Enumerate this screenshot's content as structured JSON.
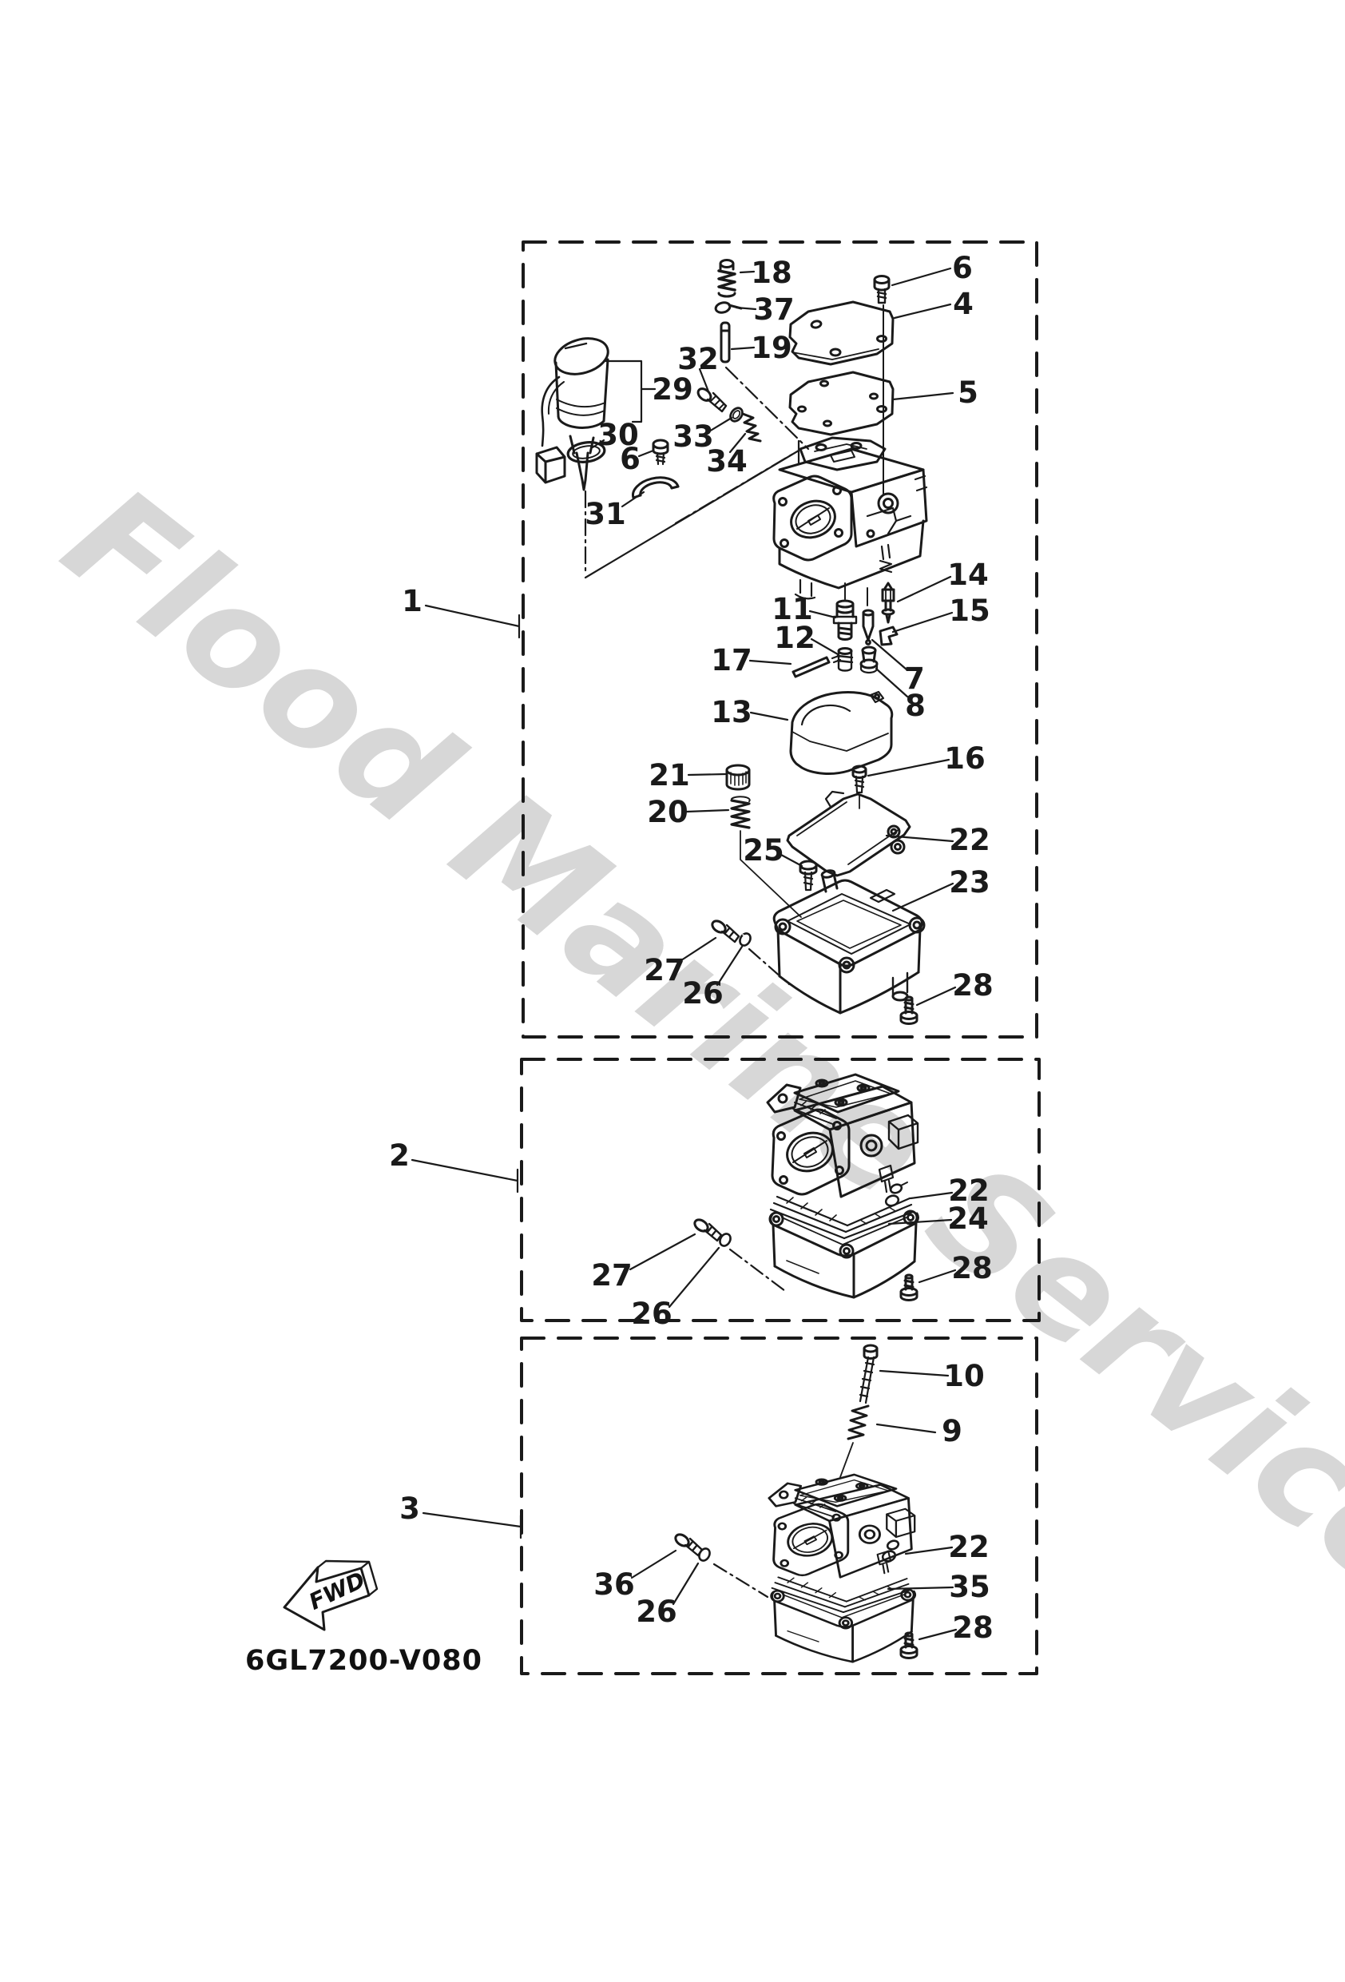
{
  "watermark": {
    "text": "Flood Marine Services",
    "color": "#d7d7d7"
  },
  "footer": {
    "drawing_code": "6GL7200-V080",
    "fwd_label": "FWD"
  },
  "ink": "#1a1a1a",
  "callouts": {
    "box1": [
      "1",
      "18",
      "37",
      "19",
      "6",
      "4",
      "5",
      "29",
      "30",
      "6",
      "31",
      "32",
      "33",
      "34",
      "11",
      "12",
      "17",
      "13",
      "14",
      "15",
      "7",
      "8",
      "16",
      "21",
      "20",
      "25",
      "22",
      "23",
      "27",
      "26",
      "28"
    ],
    "box2": [
      "2",
      "27",
      "26",
      "22",
      "24",
      "28"
    ],
    "box3": [
      "3",
      "10",
      "9",
      "36",
      "26",
      "22",
      "35",
      "28"
    ]
  }
}
